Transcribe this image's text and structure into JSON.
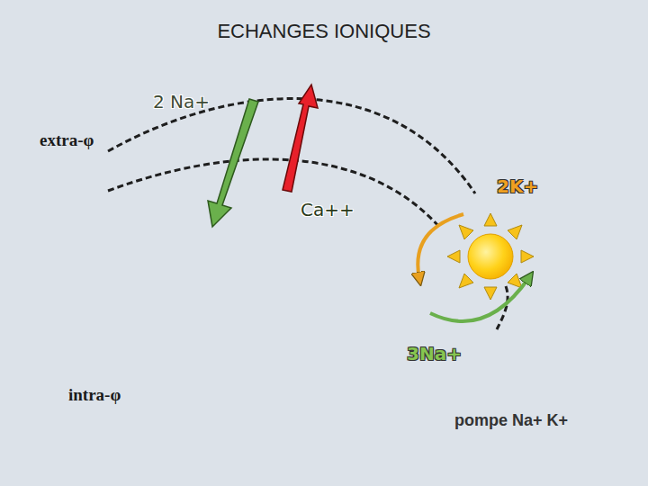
{
  "diagram": {
    "title": "ECHANGES IONIQUES",
    "labels": [
      "2 Na+",
      "extra-φ",
      "Ca++",
      "2K+",
      "3Na+",
      "intra-φ",
      "pompe Na+ K+"
    ]
  }
}
